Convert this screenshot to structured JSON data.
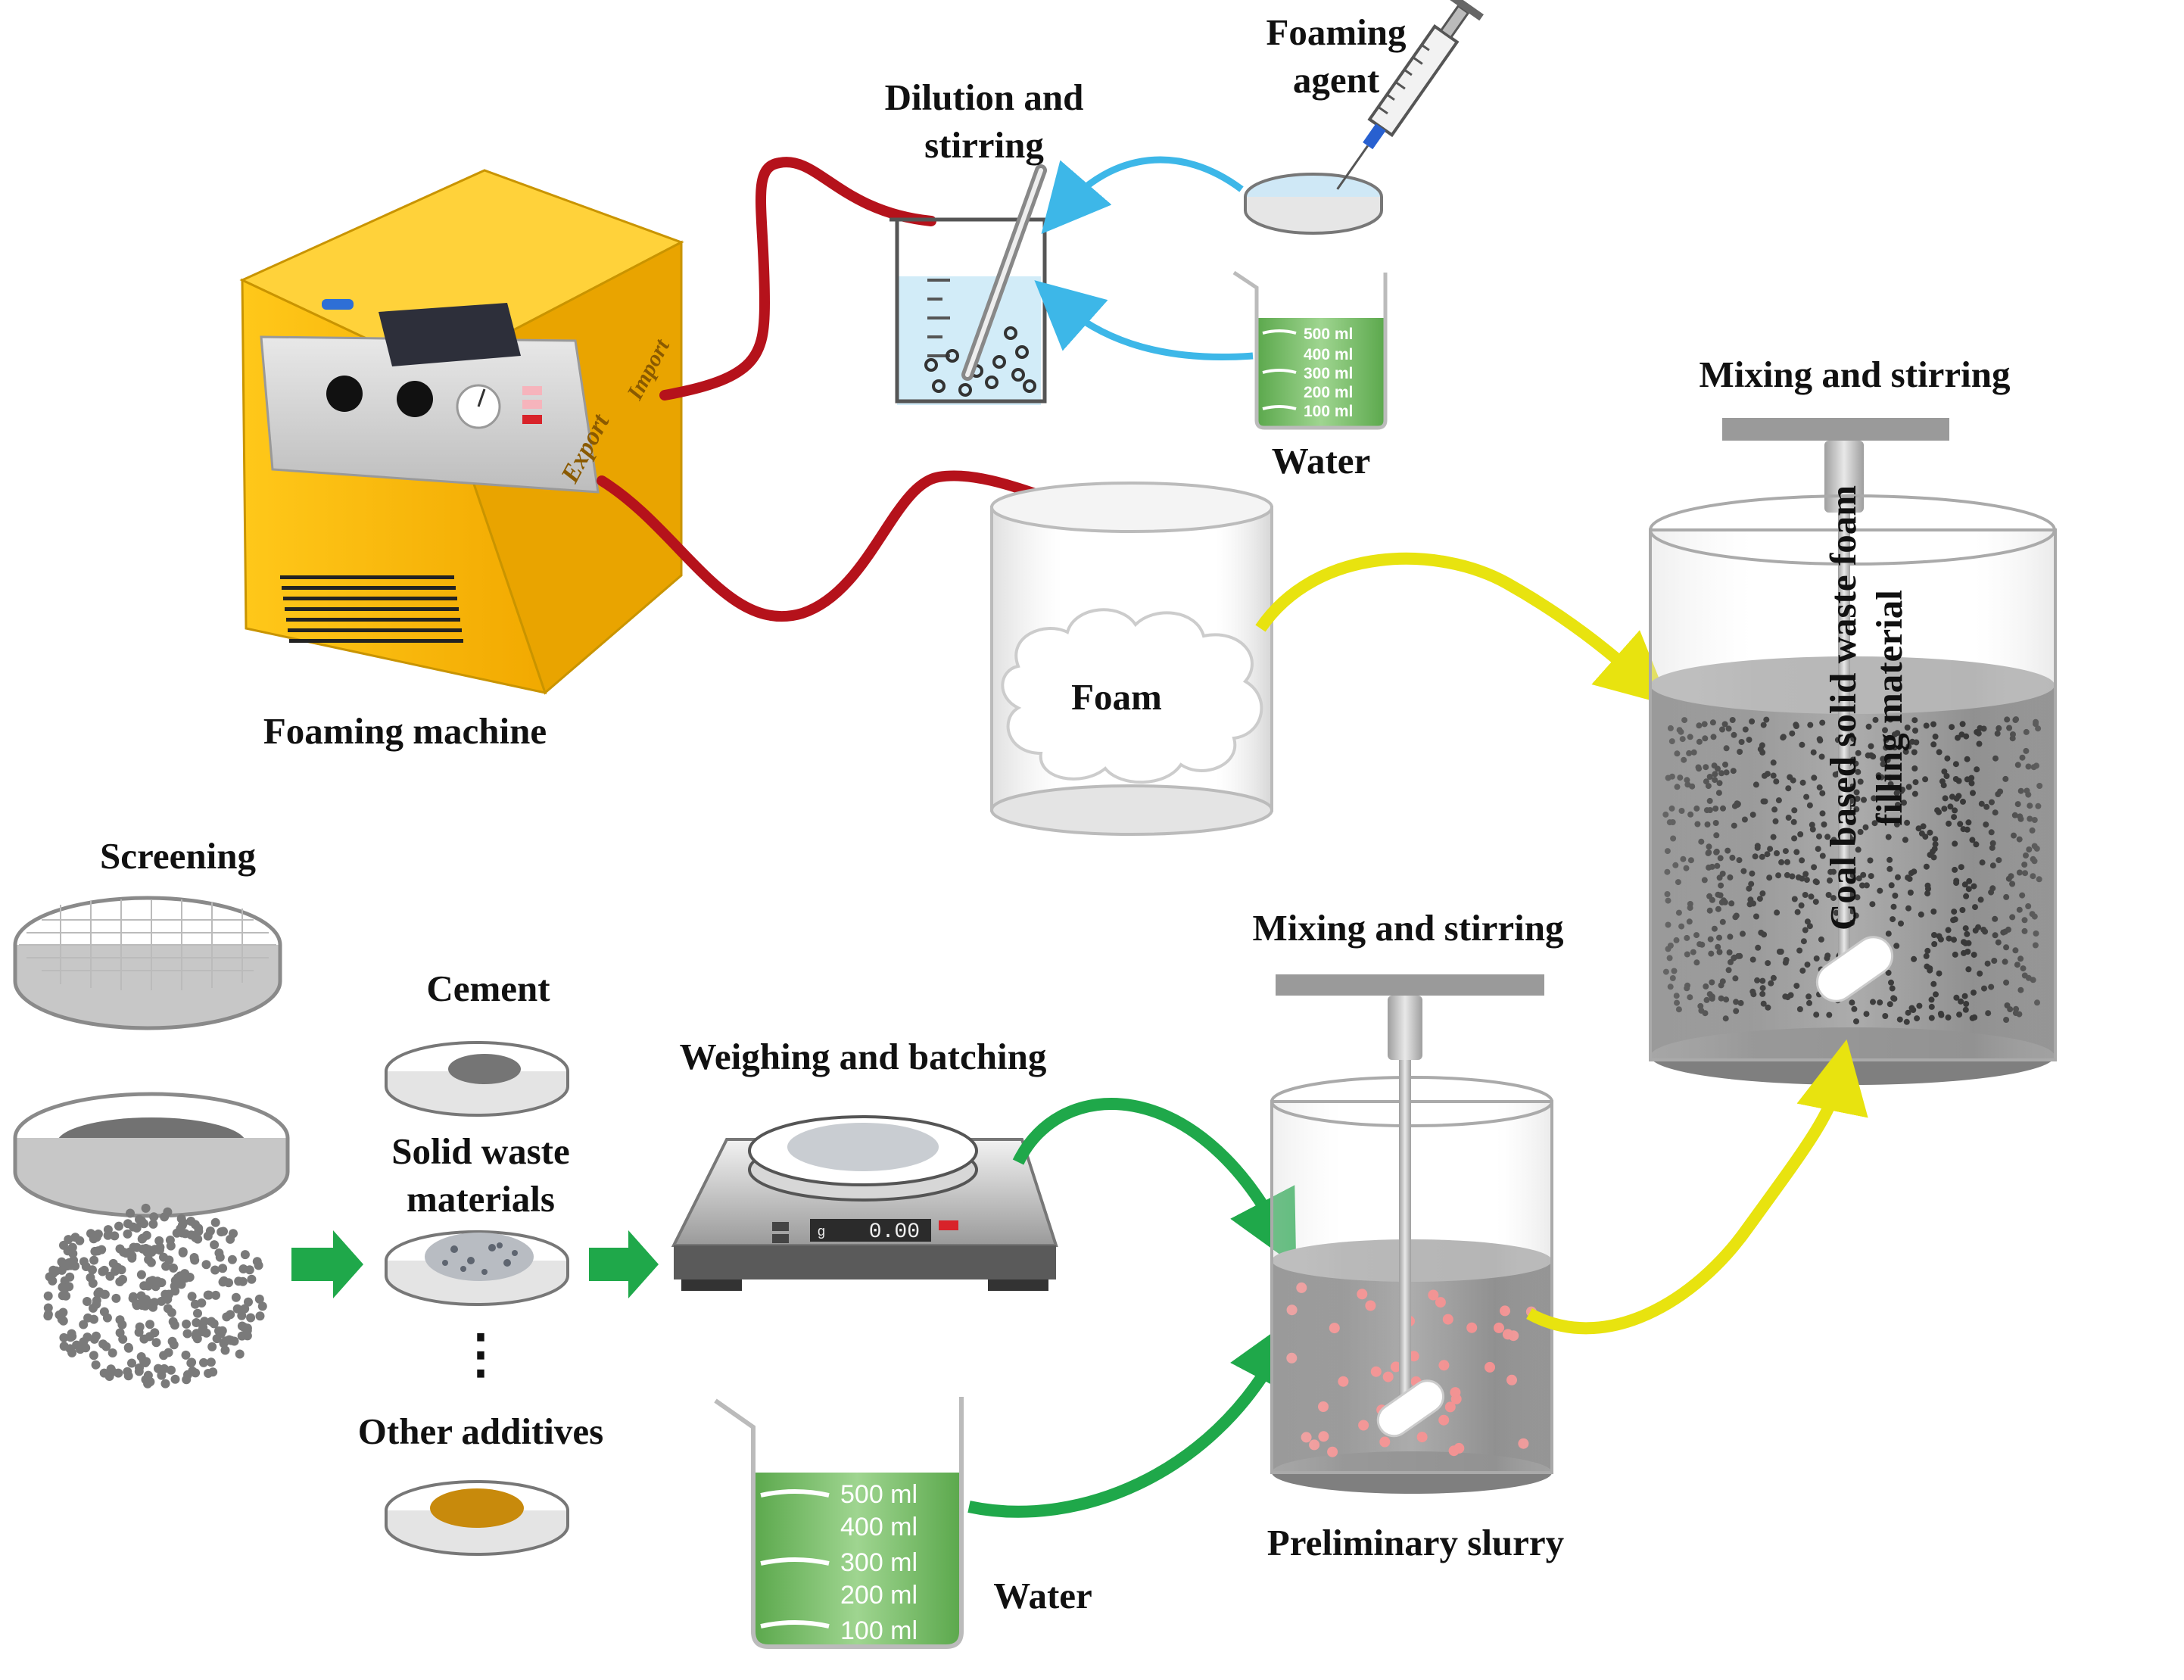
{
  "labels": {
    "foaming_agent": "Foaming\nagent",
    "dilution_stirring": "Dilution and\nstirring",
    "water_top": "Water",
    "foaming_machine": "Foaming machine",
    "foam": "Foam",
    "mixing_top": "Mixing and stirring",
    "final_product": "Coal based solid waste foam\nfilling material",
    "screening": "Screening",
    "cement": "Cement",
    "solid_waste": "Solid waste\nmaterials",
    "other_additives": "Other additives",
    "weighing": "Weighing and batching",
    "mixing_bottom": "Mixing and stirring",
    "preliminary_slurry": "Preliminary slurry",
    "water_bottom": "Water",
    "ellipsis": "⋮"
  },
  "machine": {
    "export_label": "Export",
    "import_label": "Import"
  },
  "scale": {
    "display": "0.00",
    "unit": "g"
  },
  "beaker_graduations": [
    "500 ml",
    "400 ml",
    "300 ml",
    "200 ml",
    "100 ml"
  ],
  "colors": {
    "machine_body": "#FBBF0A",
    "hose": "#B5121B",
    "arrow_blue": "#3DB7E8",
    "arrow_yellow": "#E8E30F",
    "arrow_green": "#1FA84A",
    "water_green": "#6DBB5E",
    "slurry_gray": "#7A7A7A",
    "foam_bubble": "#F07E7E",
    "additive_orange": "#C88A0C"
  }
}
